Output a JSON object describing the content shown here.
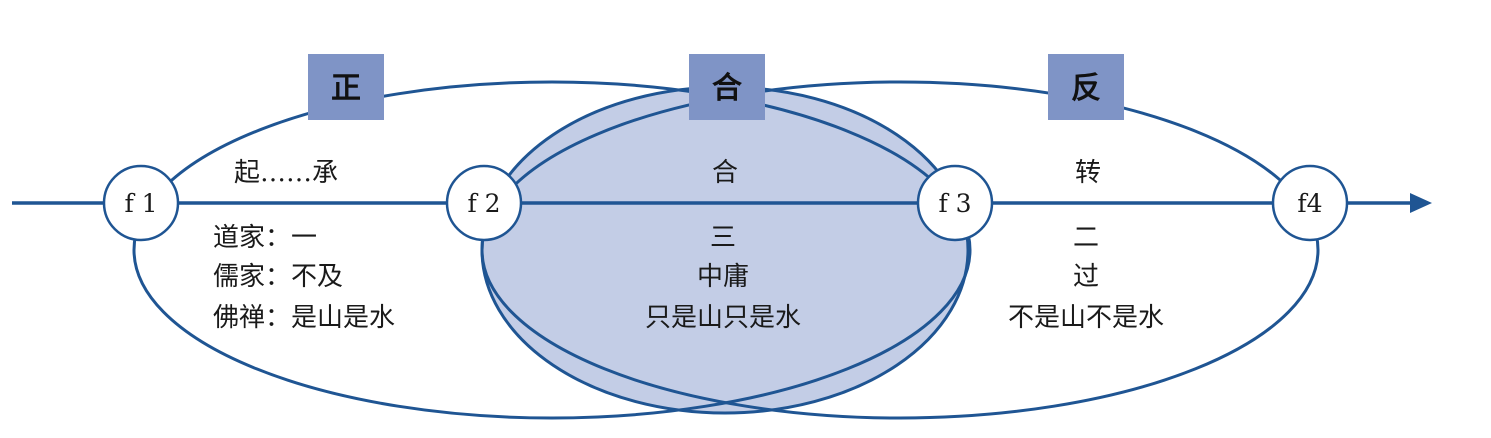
{
  "colors": {
    "line": "#1f5593",
    "center_fill": "#c3cde6",
    "box_fill": "#7f94c6",
    "node_fill": "#ffffff"
  },
  "boxes": {
    "left": "正",
    "middle": "合",
    "right": "反"
  },
  "nodes": {
    "f1": "f 1",
    "f2": "f 2",
    "f3": "f 3",
    "f4": "f4"
  },
  "segments": {
    "left_top": "起……承",
    "middle_top": "合",
    "right_top": "转"
  },
  "left_notes": [
    "道家：一",
    "儒家：不及",
    "佛禅：是山是水"
  ],
  "middle_notes": [
    "三",
    "中庸",
    "只是山只是水"
  ],
  "right_notes": [
    "二",
    "过",
    "不是山不是水"
  ]
}
